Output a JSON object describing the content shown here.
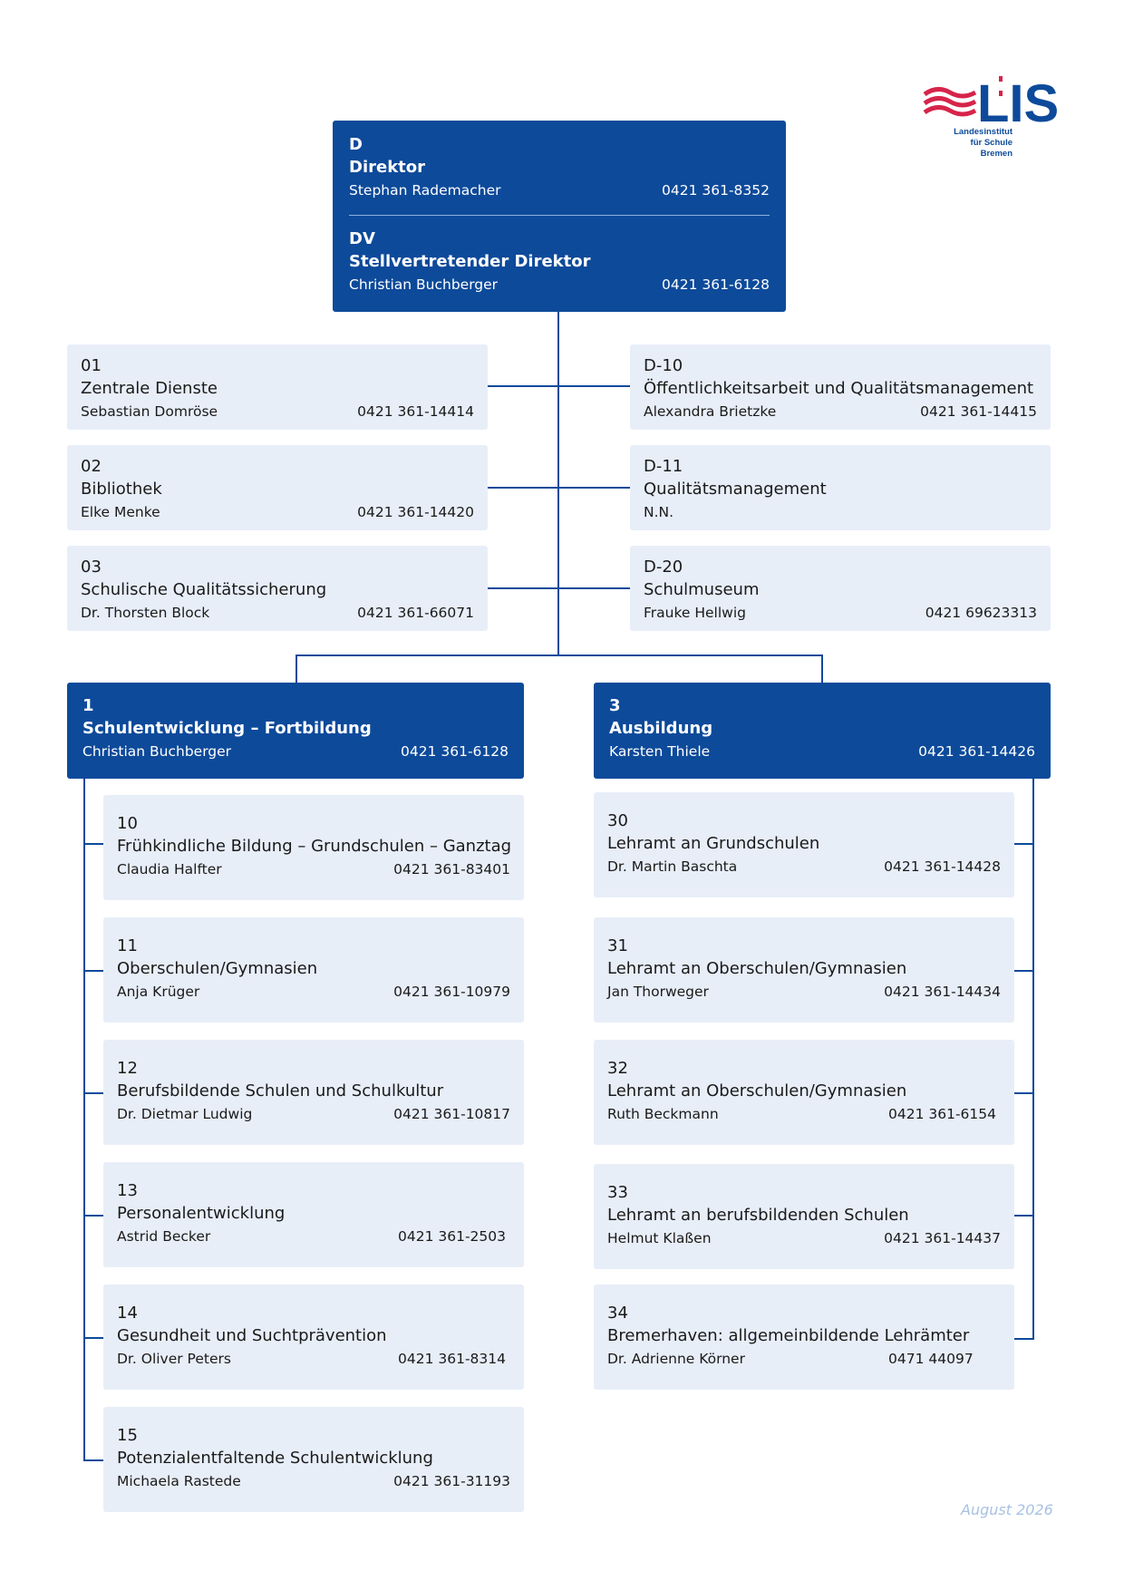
{
  "logo": {
    "wordmark": "LIS",
    "line1": "Landesinstitut",
    "line2": "für Schule",
    "line3": "Bremen"
  },
  "leadership": [
    {
      "code": "D",
      "name": "Direktor",
      "person": "Stephan Rademacher",
      "phone": "0421 361-8352"
    },
    {
      "code": "DV",
      "name": "Stellvertretender Direktor",
      "person": "Christian Buchberger",
      "phone": "0421 361-6128"
    }
  ],
  "staff_left": [
    {
      "code": "01",
      "name": "Zentrale Dienste",
      "person": "Sebastian Domröse",
      "phone": "0421 361-14414"
    },
    {
      "code": "02",
      "name": "Bibliothek",
      "person": "Elke Menke",
      "phone": "0421 361-14420"
    },
    {
      "code": "03",
      "name": "Schulische Qualitätssicherung",
      "person": "Dr. Thorsten Block",
      "phone": "0421 361-66071"
    }
  ],
  "staff_right": [
    {
      "code": "D-10",
      "name": "Öffentlichkeitsarbeit und Qualitätsmanagement",
      "person": "Alexandra Brietzke",
      "phone": "0421 361-14415"
    },
    {
      "code": "D-11",
      "name": "Qualitätsmanagement",
      "person": "N.N.",
      "phone": ""
    },
    {
      "code": "D-20",
      "name": "Schulmuseum",
      "person": "Frauke Hellwig",
      "phone": "0421 69623313"
    }
  ],
  "dept1": {
    "code": "1",
    "name": "Schulentwicklung – Fortbildung",
    "person": "Christian Buchberger",
    "phone": "0421 361-6128",
    "units": [
      {
        "code": "10",
        "name": "Frühkindliche Bildung – Grundschulen – Ganztag",
        "person": "Claudia Halfter",
        "phone": "0421 361-83401"
      },
      {
        "code": "11",
        "name": "Oberschulen/Gymnasien",
        "person": "Anja Krüger",
        "phone": "0421 361-10979"
      },
      {
        "code": "12",
        "name": "Berufsbildende Schulen und Schulkultur",
        "person": "Dr. Dietmar Ludwig",
        "phone": "0421 361-10817"
      },
      {
        "code": "13",
        "name": "Personalentwicklung",
        "person": "Astrid Becker",
        "phone": "0421 361-2503"
      },
      {
        "code": "14",
        "name": "Gesundheit und Suchtprävention",
        "person": "Dr. Oliver Peters",
        "phone": "0421 361-8314"
      },
      {
        "code": "15",
        "name": "Potenzialentfaltende Schulentwicklung",
        "person": "Michaela Rastede",
        "phone": "0421 361-31193"
      }
    ]
  },
  "dept3": {
    "code": "3",
    "name": "Ausbildung",
    "person": "Karsten Thiele",
    "phone": "0421 361-14426",
    "units": [
      {
        "code": "30",
        "name": "Lehramt an Grundschulen",
        "person": "Dr. Martin Baschta",
        "phone": "0421 361-14428"
      },
      {
        "code": "31",
        "name": "Lehramt an Oberschulen/Gymnasien",
        "person": "Jan Thorweger",
        "phone": "0421 361-14434"
      },
      {
        "code": "32",
        "name": "Lehramt an Oberschulen/Gymnasien",
        "person": "Ruth Beckmann",
        "phone": "0421 361-6154"
      },
      {
        "code": "33",
        "name": "Lehramt an berufsbildenden Schulen",
        "person": "Helmut Klaßen",
        "phone": "0421 361-14437"
      },
      {
        "code": "34",
        "name": "Bremerhaven: allgemeinbildende Lehrämter",
        "person": "Dr. Adrienne Körner",
        "phone": "0471 44097"
      }
    ]
  },
  "footer": {
    "date": "August 2026"
  },
  "colors": {
    "primary": "#0d4a9a",
    "box": "#e8eef8",
    "accent": "#d6244a"
  }
}
